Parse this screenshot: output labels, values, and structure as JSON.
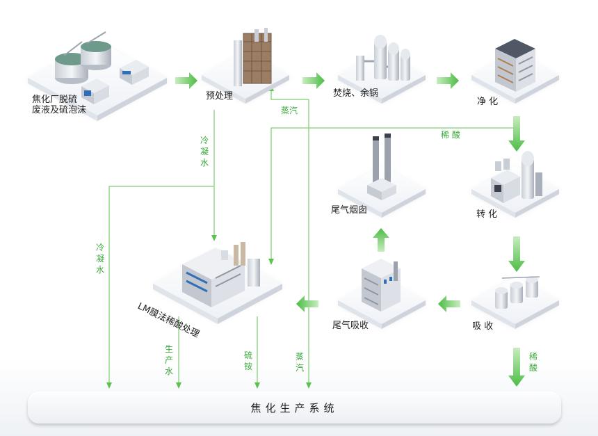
{
  "nodes": {
    "wastewater": "焦化厂脱硫\n废液及硫泡沫",
    "pretreat": "预处理",
    "incinerate": "焚烧、余锅",
    "purify": "净 化",
    "convert": "转 化",
    "chimney": "尾气烟囱",
    "absorb": "吸 收",
    "tailgas": "尾气吸收",
    "lm": "LM膜法稀酸处理"
  },
  "flows": {
    "steam1": "蒸汽",
    "steam2": "蒸汽",
    "dilute_acid1": "稀 酸",
    "dilute_acid2": "稀酸",
    "condensate1": "冷凝水",
    "condensate2": "冷凝水",
    "product_water": "生产水",
    "ammonium_sulfate": "硫铵"
  },
  "bottom": "焦化生产系统",
  "colors": {
    "arrow": "#5cc24f",
    "line": "#7ccf6f",
    "text_green": "#3aa83a"
  }
}
